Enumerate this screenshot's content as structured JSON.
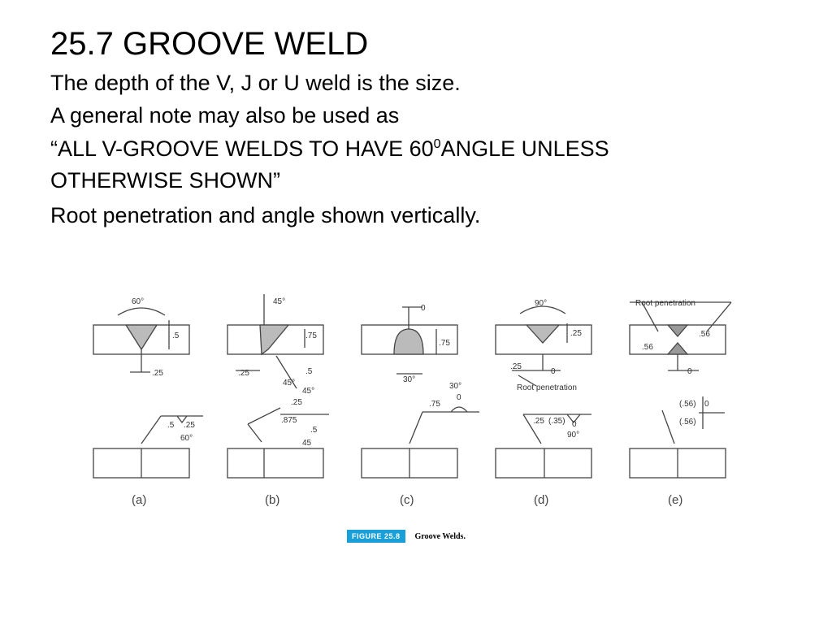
{
  "slide": {
    "title": "25.7 GROOVE WELD",
    "line1": "The depth of the V, J or U weld is the size.",
    "line2": "A general note may also be used as",
    "line3_pre": "“ALL V-GROOVE WELDS TO HAVE 60",
    "line3_sup": "0",
    "line3_post": "ANGLE UNLESS",
    "line4": "OTHERWISE SHOWN”",
    "line5": "Root penetration and angle shown vertically."
  },
  "figure": {
    "panels": [
      {
        "caption": "(a)",
        "angle": "60°",
        "depth": ".5",
        "root": ".25",
        "sym_size": ".5",
        "sym_depth": ".25",
        "sym_angle": "60°"
      },
      {
        "caption": "(b)",
        "angle": "45°",
        "depth": ".75",
        "root": ".25",
        "depth2": ".5",
        "angle2": "45°",
        "sym_a": "45°",
        "sym_b": ".25",
        "sym_c": ".875",
        "sym_d": ".5",
        "sym_e": "45"
      },
      {
        "caption": "(c)",
        "top_dim": "0",
        "depth": ".75",
        "bottom_dim": "30°",
        "sym_size": ".75",
        "sym_angle": "30°",
        "sym_zero": "0"
      },
      {
        "caption": "(d)",
        "angle": "90°",
        "depth": ".25",
        "root": ".25",
        "root_dim": "0",
        "root_label": "Root penetration",
        "sym_size": ".25",
        "sym_root": "(.35)",
        "sym_zero": "0",
        "sym_angle": "90°"
      },
      {
        "caption": "(e)",
        "top_label": "Root penetration",
        "left_dim": ".56",
        "right_dim": ".56",
        "bottom_dim": "0",
        "sym_top": "(.56)",
        "sym_zero": "0",
        "sym_bottom": "(.56)"
      }
    ],
    "caption_badge": "FIGURE 25.8",
    "caption_text": "Groove Welds."
  }
}
